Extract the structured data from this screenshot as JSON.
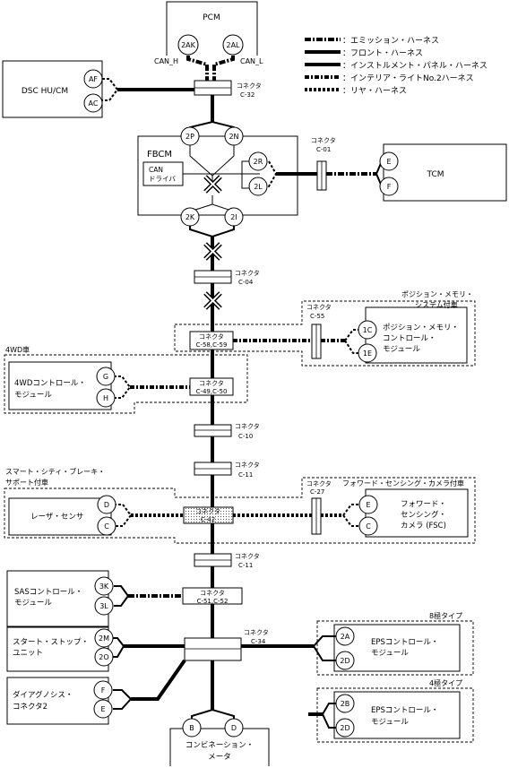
{
  "legend": [
    "：エミッション・ハーネス",
    "：フロント・ハーネス",
    "：インストルメント・パネル・ハーネス",
    "：インテリア・ライトNo.2ハーネス",
    "：リヤ・ハーネス"
  ],
  "modules": {
    "pcm": "PCM",
    "dsc": "DSC HU/CM",
    "fbcm": "FBCM",
    "can_driver": [
      "CAN",
      "ドライバ"
    ],
    "tcm": "TCM",
    "position_memory": [
      "ポジション・メモリ・",
      "コントロール・",
      "モジュール"
    ],
    "fourwd": [
      "4WDコントロール・",
      "モジュール"
    ],
    "laser": "レーザ・センサ",
    "fsc": [
      "フォワード・",
      "センシング・",
      "カメラ (FSC)"
    ],
    "sas": [
      "SASコントロール・",
      "モジュール"
    ],
    "start_stop": [
      "スタート・ストップ・",
      "ユニット"
    ],
    "diag": [
      "ダイアグノシス・",
      "コネクタ2"
    ],
    "eps": [
      "EPSコントロール・",
      "モジュール"
    ],
    "combination": [
      "コンビネーション・",
      "メータ"
    ]
  },
  "signals": {
    "can_h": "CAN_H",
    "can_l": "CAN_L"
  },
  "pins": {
    "pcm": [
      "2AK",
      "2AL"
    ],
    "dsc": [
      "AF",
      "AC"
    ],
    "fbcm_top": [
      "2P",
      "2N"
    ],
    "fbcm_right": [
      "2R",
      "2L"
    ],
    "fbcm_bottom": [
      "2K",
      "2I"
    ],
    "tcm": [
      "E",
      "F"
    ],
    "position_memory": [
      "1C",
      "1E"
    ],
    "fourwd": [
      "G",
      "H"
    ],
    "laser": [
      "D",
      "C"
    ],
    "fsc": [
      "E",
      "C"
    ],
    "sas": [
      "3K",
      "3L"
    ],
    "start_stop": [
      "2M",
      "2O"
    ],
    "diag": [
      "F",
      "E"
    ],
    "eps8": [
      "2A",
      "2D"
    ],
    "eps4": [
      "2B",
      "2D"
    ],
    "combination": [
      "B",
      "D"
    ]
  },
  "connectors": {
    "c32": [
      "コネクタ",
      "C-32"
    ],
    "c01": [
      "コネクタ",
      "C-01"
    ],
    "c04": [
      "コネクタ",
      "C-04"
    ],
    "c55": [
      "コネクタ",
      "C-55"
    ],
    "c58": [
      "コネクタ",
      "C-58,C-59"
    ],
    "c49": [
      "コネクタ",
      "C-49,C-50"
    ],
    "c10": [
      "コネクタ",
      "C-10"
    ],
    "c11a": [
      "コネクタ",
      "C-11"
    ],
    "c27": [
      "コネクタ",
      "C-27"
    ],
    "c42": [
      "コネクタ",
      "C-42"
    ],
    "c11b": [
      "コネクタ",
      "C-11"
    ],
    "c51": [
      "コネクタ",
      "C-51,C-52"
    ],
    "c34": [
      "コネクタ",
      "C-34"
    ]
  },
  "options": {
    "position_memory": [
      "ポジション・メモリ・",
      "システム付車"
    ],
    "fourwd": "4WD車",
    "scbs": [
      "スマート・シティ・ブレーキ・",
      "サポート付車"
    ],
    "fsc": "フォワード・センシング・カメラ付車",
    "eps8": "8極タイプ",
    "eps4": "4極タイプ"
  }
}
